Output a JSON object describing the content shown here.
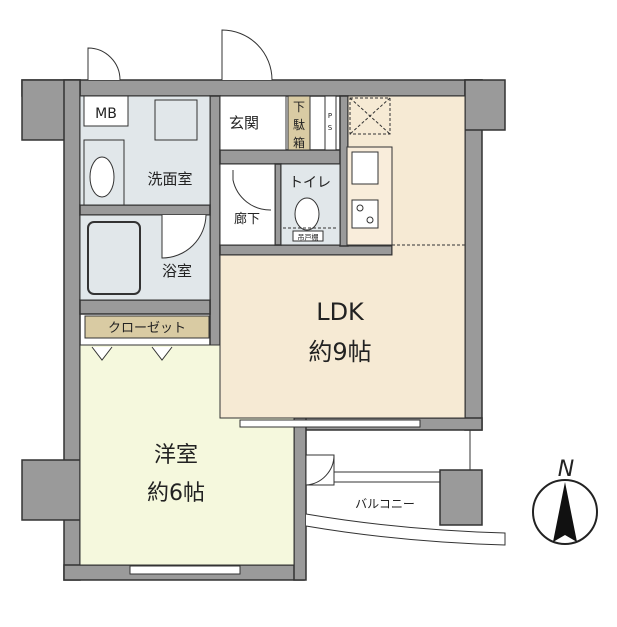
{
  "rooms": {
    "mb": "MB",
    "washroom": "洗面室",
    "entrance": "玄関",
    "shoe_box": [
      "下",
      "駄",
      "箱"
    ],
    "ps": [
      "P",
      "S"
    ],
    "toilet": "トイレ",
    "hanging_cabinet": "吊戸棚",
    "hallway": "廊下",
    "bathroom": "浴室",
    "closet": "クローゼット",
    "ldk": "LDK",
    "ldk_size": "約9帖",
    "western_room": "洋室",
    "western_size": "約6帖",
    "balcony": "バルコニー"
  },
  "compass": {
    "north_label": "N"
  },
  "colors": {
    "wall": "#9a9a9a",
    "ldk": "#f6ead4",
    "western": "#f5f8dd",
    "wet": "#e1e7ea",
    "storage": "#d9cba3"
  }
}
